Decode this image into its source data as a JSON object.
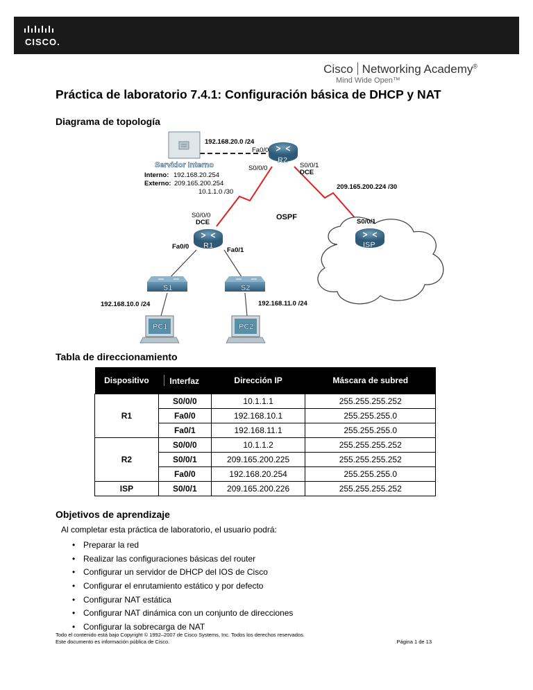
{
  "header": {
    "logo_word": "CISCO.",
    "academy_cisco": "Cisco",
    "academy_name": "Networking Academy",
    "academy_mark": "®",
    "tagline": "Mind Wide Open™"
  },
  "title": "Práctica de laboratorio 7.4.1: Configuración básica de DHCP y NAT",
  "topology": {
    "heading": "Diagrama de topología",
    "labels": {
      "server_net": "192.168.20.0 /24",
      "fa00_r2": "Fa0/0",
      "server_name": "Servidor Interno",
      "r2": "R2",
      "s000_r2": "S0/0/0",
      "s001_r2": "S0/0/1",
      "dce_r2": "DCE",
      "interno_label": "Interno:",
      "interno_ip": "192.168.20.254",
      "externo_label": "Externo:",
      "externo_ip": "209.165.200.254",
      "link_r1_r2": "10.1.1.0 /30",
      "link_r2_isp": "209.165.200.224 /30",
      "s000_r1": "S0/0/0",
      "dce_r1": "DCE",
      "ospf": "OSPF",
      "s001_isp": "S0/0/1",
      "r1": "R1",
      "isp": "ISP",
      "fa00_r1": "Fa0/0",
      "fa01_r1": "Fa0/1",
      "s1": "S1",
      "s2": "S2",
      "lan1": "192.168.10.0 /24",
      "lan2": "192.168.11.0 /24",
      "pc1": "PC1",
      "pc2": "PC2"
    }
  },
  "addressing": {
    "heading": "Tabla de direccionamiento",
    "columns": [
      "Dispositivo",
      "Interfaz",
      "Dirección IP",
      "Máscara de subred"
    ],
    "rows": [
      {
        "device": "R1",
        "interface": "S0/0/0",
        "ip": "10.1.1.1",
        "mask": "255.255.255.252"
      },
      {
        "device": "",
        "interface": "Fa0/0",
        "ip": "192.168.10.1",
        "mask": "255.255.255.0"
      },
      {
        "device": "",
        "interface": "Fa0/1",
        "ip": "192.168.11.1",
        "mask": "255.255.255.0"
      },
      {
        "device": "R2",
        "interface": "S0/0/0",
        "ip": "10.1.1.2",
        "mask": "255.255.255.252"
      },
      {
        "device": "",
        "interface": "S0/0/1",
        "ip": "209.165.200.225",
        "mask": "255.255.255.252"
      },
      {
        "device": "",
        "interface": "Fa0/0",
        "ip": "192.168.20.254",
        "mask": "255.255.255.0"
      },
      {
        "device": "ISP",
        "interface": "S0/0/1",
        "ip": "209.165.200.226",
        "mask": "255.255.255.252"
      }
    ]
  },
  "objectives": {
    "heading": "Objetivos de aprendizaje",
    "intro": "Al completar esta práctica de laboratorio, el usuario podrá:",
    "items": [
      "Preparar la red",
      "Realizar las configuraciones básicas del router",
      "Configurar un servidor de DHCP del IOS de Cisco",
      "Configurar el enrutamiento estático y por defecto",
      "Configurar NAT estática",
      "Configurar NAT dinámica con un conjunto de direcciones",
      "Configurar la sobrecarga de NAT"
    ]
  },
  "footer": {
    "line1": "Todo el contenido está bajo Copyright © 1992–2007 de Cisco Systems, Inc. Todos los derechos reservados.",
    "line2": "Este documento es información pública de Cisco.",
    "page": "Página 1 de 13"
  },
  "colors": {
    "header_bg": "#1a1a1a",
    "device_blue": "#3f6f8f",
    "serial_link": "#e02020",
    "label_fill": "#5a8fa8"
  }
}
